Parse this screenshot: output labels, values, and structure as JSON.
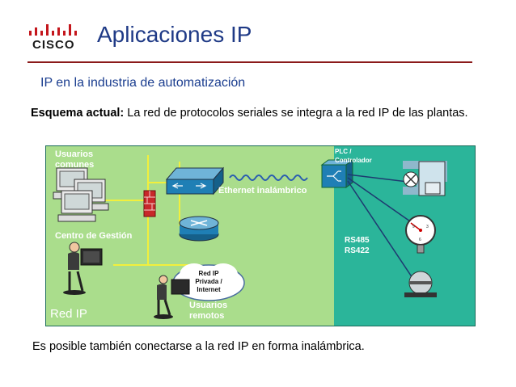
{
  "header": {
    "brand": "CISCO",
    "title": "Aplicaciones IP"
  },
  "subtitle": "IP en la industria de automatización",
  "intro": {
    "bold": "Esquema actual:",
    "text": " La red de protocolos seriales se integra a la red IP de las plantas."
  },
  "diagram": {
    "usuarios_comunes": [
      "Usuarios",
      "comunes"
    ],
    "ethernet": "Ethernet inalámbrico",
    "plc": [
      "PLC /",
      "Controlador"
    ],
    "centro": "Centro de Gestión",
    "rs": [
      "RS485",
      "RS422"
    ],
    "cloud": [
      "Red IP",
      "Privada /",
      "Internet"
    ],
    "remotos": [
      "Usuarios",
      "remotos"
    ],
    "red_ip": "Red IP"
  },
  "footer": "Es posible también conectarse a la red IP en forma inalámbrica.",
  "colors": {
    "title": "#1f3a86",
    "rule": "#8b1a1a",
    "zone_ip": "#aadd8c",
    "zone_serial": "#2bb59a"
  }
}
